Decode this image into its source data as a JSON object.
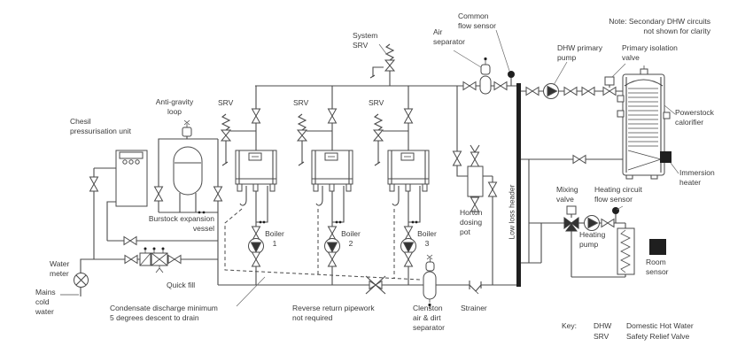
{
  "labels": {
    "chesil": "Chesil\npressurisation unit",
    "anti_gravity": "Anti-gravity\nloop",
    "srv_1": "SRV",
    "srv_2": "SRV",
    "srv_3": "SRV",
    "system_srv": "System\nSRV",
    "air_separator": "Air\nseparator",
    "common_flow_sensor": "Common\nflow sensor",
    "note": "Note: Secondary DHW circuits\nnot shown for clarity",
    "dhw_primary_pump": "DHW primary\npump",
    "primary_isolation_valve": "Primary isolation\nvalve",
    "powerstock_calorifier": "Powerstock\ncalorifier",
    "immersion_heater": "Immersion\nheater",
    "burstock_expansion_vessel": "Burstock expansion\nvessel",
    "boiler_1": "Boiler\n1",
    "boiler_2": "Boiler\n2",
    "boiler_3": "Boiler\n3",
    "horton_dosing_pot": "Horton\ndosing\npot",
    "low_loss_header": "Low loss header",
    "mixing_valve": "Mixing\nvalve",
    "heating_circuit_flow_sensor": "Heating circuit\nflow sensor",
    "heating_pump": "Heating\npump",
    "room_sensor": "Room\nsensor",
    "water_meter": "Water\nmeter",
    "mains_cold_water": "Mains\ncold\nwater",
    "quick_fill": "Quick fill",
    "condensate": "Condensate discharge minimum\n5 degrees descent to drain",
    "reverse_return": "Reverse return pipework\nnot required",
    "clenston": "Clenston\nair & dirt\nseparator",
    "strainer": "Strainer",
    "key": {
      "heading": "Key:",
      "entries": [
        {
          "abbr": "DHW",
          "meaning": "Domestic Hot Water"
        },
        {
          "abbr": "SRV",
          "meaning": "Safety Relief Valve"
        }
      ]
    }
  },
  "symbols": {
    "valve": "bowtie-outline",
    "pump": "circle-with-triangle",
    "safety-relief-valve": "spring-over-valve",
    "flow-sensor": "filled-dot-on-stem",
    "room-sensor": "filled-square",
    "low-loss-header": "thick-vertical-bar",
    "condensate-line": "dashed"
  },
  "colors": {
    "line": "#4a4a4a",
    "text": "#3a3a3a",
    "dark_fill": "#1f1f1f",
    "background": "#ffffff"
  }
}
